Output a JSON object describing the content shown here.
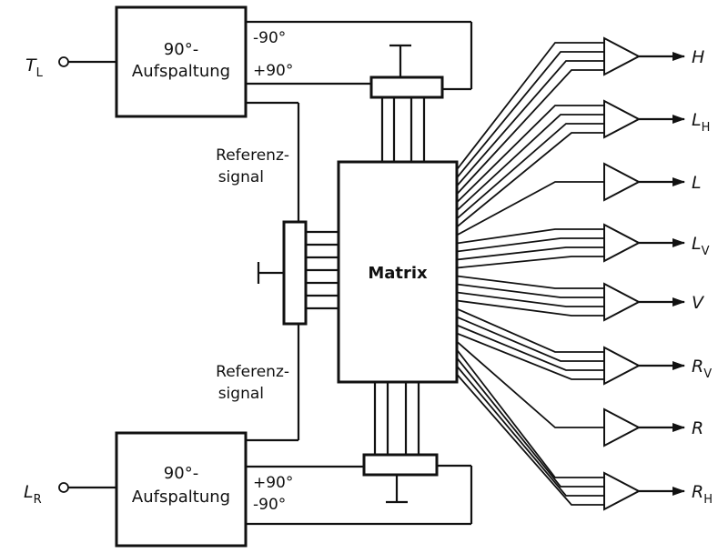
{
  "inputs": {
    "top": {
      "main": "T",
      "sub": "L"
    },
    "bottom": {
      "main": "L",
      "sub": "R"
    }
  },
  "splitter_top": {
    "line1": "90°-",
    "line2": "Aufspaltung"
  },
  "splitter_bottom": {
    "line1": "90°-",
    "line2": "Aufspaltung"
  },
  "phase_top": {
    "minus": "-90°",
    "plus": "+90°"
  },
  "phase_bottom": {
    "plus": "+90°",
    "minus": "-90°"
  },
  "reference_top": {
    "line1": "Referenz-",
    "line2": "signal"
  },
  "reference_bottom": {
    "line1": "Referenz-",
    "line2": "signal"
  },
  "matrix_label": "Matrix",
  "outputs": [
    {
      "main": "H",
      "sub": ""
    },
    {
      "main": "L",
      "sub": "H"
    },
    {
      "main": "L",
      "sub": ""
    },
    {
      "main": "L",
      "sub": "V"
    },
    {
      "main": "V",
      "sub": ""
    },
    {
      "main": "R",
      "sub": "V"
    },
    {
      "main": "R",
      "sub": ""
    },
    {
      "main": "R",
      "sub": "H"
    }
  ]
}
